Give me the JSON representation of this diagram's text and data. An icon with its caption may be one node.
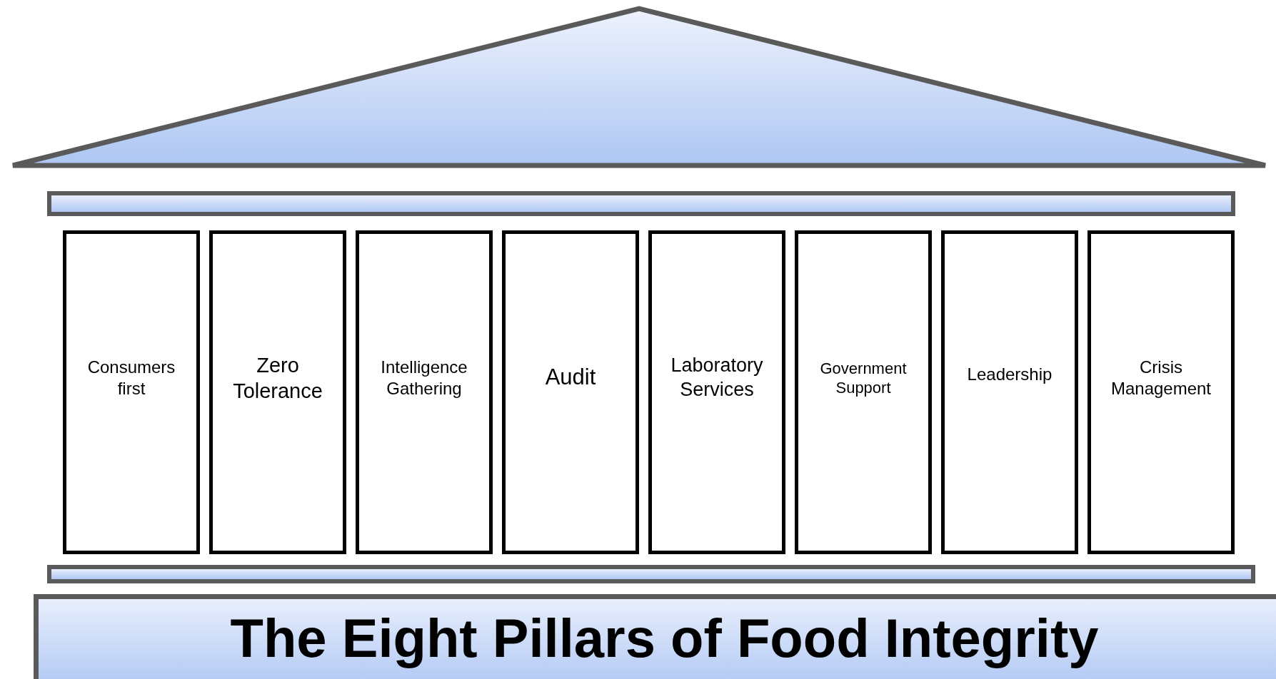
{
  "diagram": {
    "nodes": [
      {
        "text": [],
        "shape": "triangle"
      },
      {
        "text": [],
        "shape": "bar"
      },
      {
        "text": [
          "Consumers first"
        ]
      },
      {
        "text": [
          "Zero Tolerance"
        ]
      },
      {
        "text": [
          "Intelligence Gathering"
        ]
      },
      {
        "text": [
          "Audit"
        ]
      },
      {
        "text": [
          "Laboratory Services"
        ]
      },
      {
        "text": [
          "Government Support"
        ]
      },
      {
        "text": [
          "Leadership"
        ]
      },
      {
        "text": [
          "Crisis Management"
        ]
      },
      {
        "text": [],
        "shape": "bar"
      },
      {
        "text": [
          "The Eight Pillars of Food Integrity"
        ]
      }
    ],
    "edges": []
  }
}
